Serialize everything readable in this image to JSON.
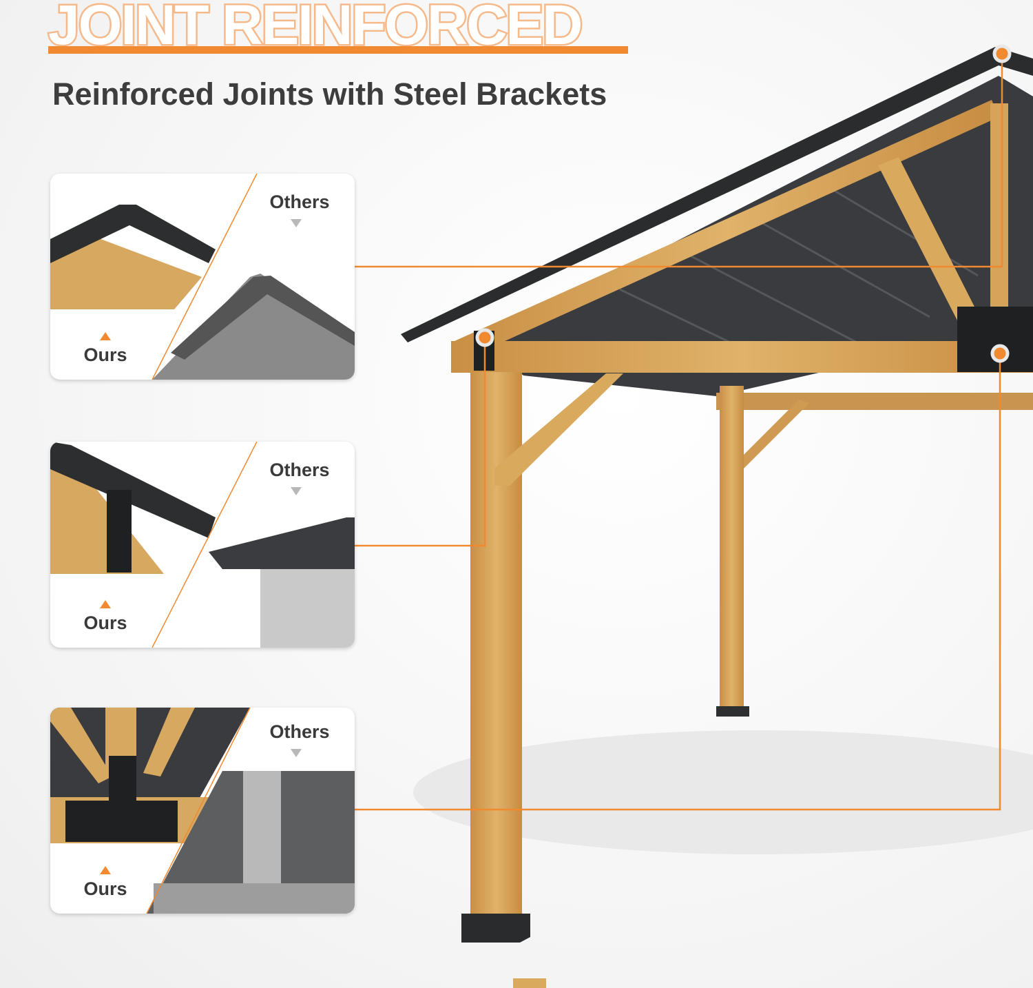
{
  "header": {
    "headline": "JOINT REINFORCED",
    "subtitle": "Reinforced Joints with Steel Brackets"
  },
  "cards": [
    {
      "id": "roof-peak",
      "others_label": "Others",
      "ours_label": "Ours"
    },
    {
      "id": "corner-joint",
      "others_label": "Others",
      "ours_label": "Ours"
    },
    {
      "id": "center-bracket",
      "others_label": "Others",
      "ours_label": "Ours"
    }
  ],
  "colors": {
    "accent": "#f0892f",
    "wood": "#d9a95e",
    "steel": "#2e2f31",
    "text": "#3d3d3d"
  }
}
